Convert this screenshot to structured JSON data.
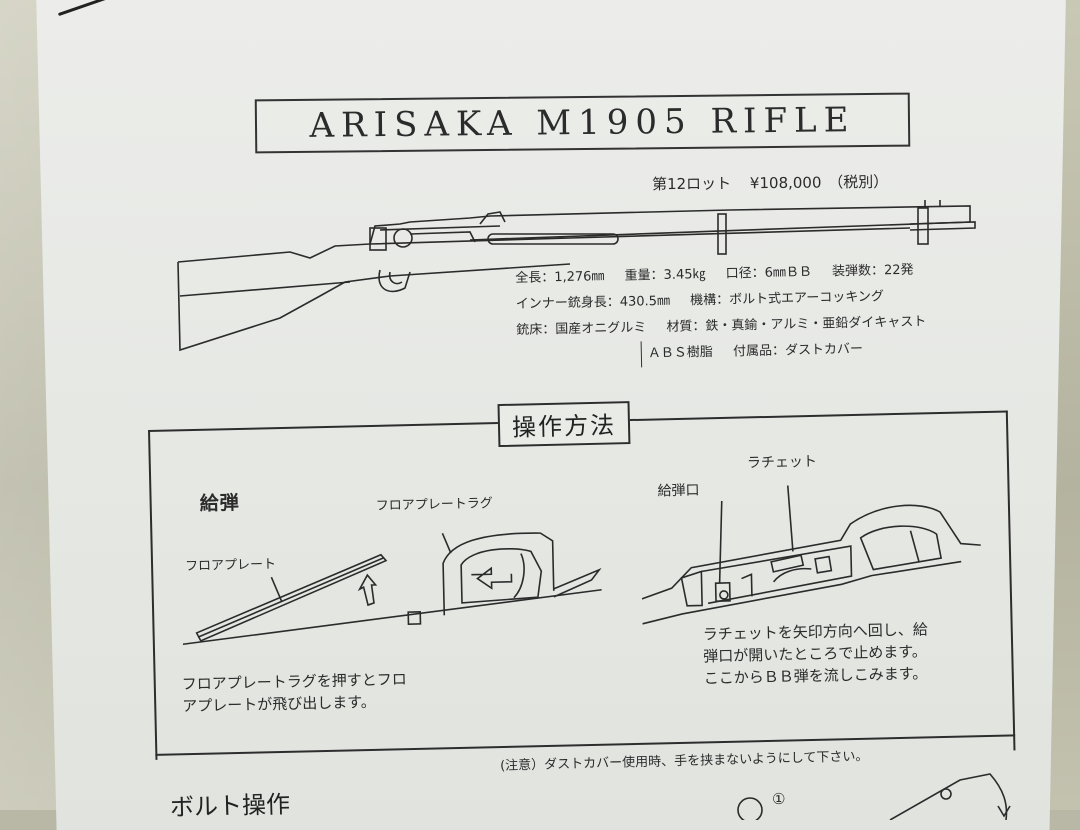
{
  "document": {
    "title": "ARISAKA M1905 RIFLE",
    "lot": "第12ロット",
    "price": "¥108,000",
    "tax_note": "（税別）"
  },
  "specs": {
    "rows": [
      [
        "全長：1,276㎜",
        "重量：3.45㎏",
        "口径：6㎜ＢＢ",
        "装弾数：22発"
      ],
      [
        "インナー銃身長：430.5㎜",
        "機構：ボルト式エアーコッキング"
      ],
      [
        "銃床：国産オニグルミ",
        "材質：鉄・真鍮・アルミ・亜鉛ダイキャスト"
      ],
      [
        "ＡＢＳ樹脂",
        "付属品：ダストカバー"
      ]
    ]
  },
  "operation": {
    "heading": "操作方法",
    "loading": {
      "heading": "給弾",
      "label_floorplate": "フロアプレート",
      "label_floorplate_lug": "フロアプレートラグ",
      "description_lines": [
        "フロアプレートラグを押すとフロ",
        "アプレートが飛び出します。"
      ]
    },
    "feeding": {
      "label_feed_port": "給弾口",
      "label_ratchet": "ラチェット",
      "description_lines": [
        "ラチェットを矢印方向へ回し、給",
        "弾口が開いたところで止めます。",
        "ここからＢＢ弾を流しこみます。"
      ]
    }
  },
  "caution": "(注意）ダストカバー使用時、手を挟まないようにして下さい。",
  "bolt_operation": {
    "heading": "ボルト操作",
    "step_marker": "①"
  },
  "colors": {
    "paper": "#e8eae6",
    "ink": "#2b2b2b",
    "background": "#b9b8a6"
  }
}
